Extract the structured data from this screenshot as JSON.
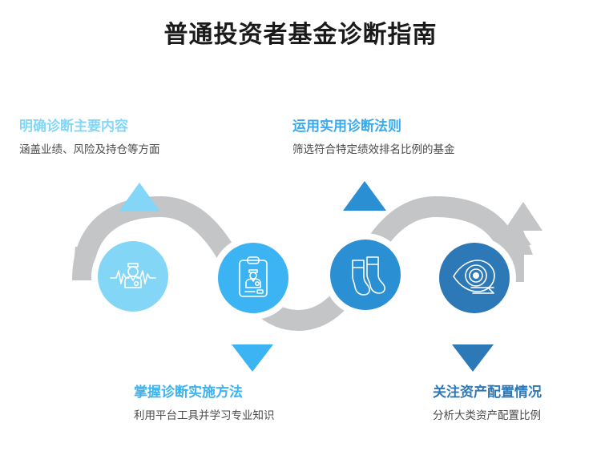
{
  "title": "普通投资者基金诊断指南",
  "colors": {
    "ribbon": "#c3c5c7",
    "halo": "#ffffff",
    "background": "#ffffff",
    "title_text": "#1a1a1a",
    "body_text": "#4b4b4b",
    "step1": "#84d6f7",
    "step2": "#3cb3f2",
    "step3": "#2b8fd4",
    "step4": "#2d79b8"
  },
  "steps": [
    {
      "index": "1",
      "heading": "明确诊断主要内容",
      "description": "涵盖业绩、风险及持仓等方面",
      "icon": "doctor-heartbeat-icon",
      "color": "#84d6f7",
      "pointer": "up"
    },
    {
      "index": "2",
      "heading": "掌握诊断实施方法",
      "description": "利用平台工具并学习专业知识",
      "icon": "medical-clipboard-icon",
      "color": "#3cb3f2",
      "pointer": "down"
    },
    {
      "index": "3",
      "heading": "运用实用诊断法则",
      "description": "筛选符合特定绩效排名比例的基金",
      "icon": "socks-icon",
      "color": "#2b8fd4",
      "pointer": "up"
    },
    {
      "index": "4",
      "heading": "关注资产配置情况",
      "description": "分析大类资产配置比例",
      "icon": "eye-examination-icon",
      "color": "#2d79b8",
      "pointer": "down"
    }
  ]
}
